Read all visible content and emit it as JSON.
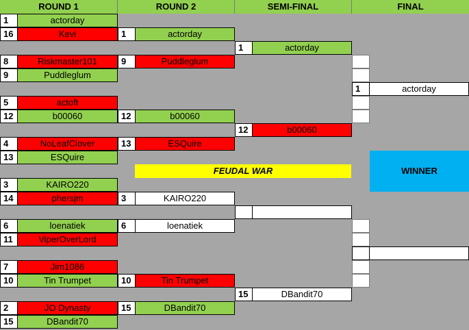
{
  "headers": [
    "ROUND 1",
    "ROUND 2",
    "SEMI-FINAL",
    "FINAL"
  ],
  "banner": "FEUDAL WAR",
  "winner_label": "WINNER",
  "round1": [
    {
      "seed": "1",
      "name": "actorday",
      "status": "win"
    },
    {
      "seed": "16",
      "name": "Kevi",
      "status": "loss"
    },
    {
      "seed": "8",
      "name": "Riskmaster101",
      "status": "loss"
    },
    {
      "seed": "9",
      "name": "Puddleglum",
      "status": "win"
    },
    {
      "seed": "5",
      "name": "actoft",
      "status": "loss"
    },
    {
      "seed": "12",
      "name": "b00060",
      "status": "win"
    },
    {
      "seed": "4",
      "name": "NoLeafClover",
      "status": "loss"
    },
    {
      "seed": "13",
      "name": "ESQuire",
      "status": "win"
    },
    {
      "seed": "3",
      "name": "KAIRO220",
      "status": "win"
    },
    {
      "seed": "14",
      "name": "phersjm",
      "status": "loss"
    },
    {
      "seed": "6",
      "name": "loenatiek",
      "status": "win"
    },
    {
      "seed": "11",
      "name": "ViperOverLord",
      "status": "loss"
    },
    {
      "seed": "7",
      "name": "Jim1086",
      "status": "loss"
    },
    {
      "seed": "10",
      "name": "Tin Trumpet",
      "status": "win"
    },
    {
      "seed": "2",
      "name": "JO Dynasty",
      "status": "loss"
    },
    {
      "seed": "15",
      "name": "DBandit70",
      "status": "win"
    }
  ],
  "round2": [
    {
      "seed": "1",
      "name": "actorday",
      "status": "win"
    },
    {
      "seed": "9",
      "name": "Puddleglum",
      "status": "loss"
    },
    {
      "seed": "12",
      "name": "b00060",
      "status": "win"
    },
    {
      "seed": "13",
      "name": "ESQuire",
      "status": "loss"
    },
    {
      "seed": "3",
      "name": "KAIRO220",
      "status": "pending"
    },
    {
      "seed": "6",
      "name": "loenatiek",
      "status": "pending"
    },
    {
      "seed": "10",
      "name": "Tin Trumpet",
      "status": "loss"
    },
    {
      "seed": "15",
      "name": "DBandit70",
      "status": "win"
    }
  ],
  "semifinal": [
    {
      "seed": "1",
      "name": "actorday",
      "status": "win"
    },
    {
      "seed": "12",
      "name": "b00060",
      "status": "loss"
    },
    {
      "seed": "",
      "name": "",
      "status": "pending"
    },
    {
      "seed": "15",
      "name": "DBandit70",
      "status": "pending"
    }
  ],
  "final": [
    {
      "seed": "1",
      "name": "actorday",
      "status": "pending"
    },
    {
      "seed": "",
      "name": "",
      "status": "pending"
    }
  ]
}
